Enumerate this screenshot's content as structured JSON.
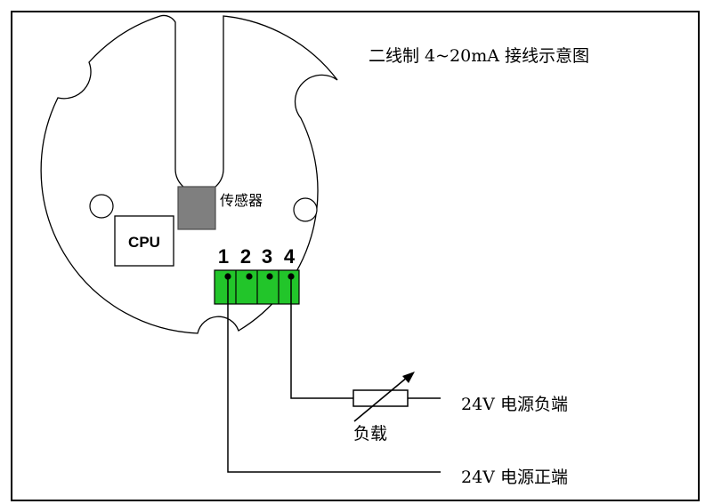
{
  "title": "二线制 4~20mA 接线示意图",
  "labels": {
    "cpu": "CPU",
    "sensor": "传感器",
    "load": "负载",
    "power_negative": "24V 电源负端",
    "power_positive": "24V 电源正端"
  },
  "terminals": [
    "1",
    "2",
    "3",
    "4"
  ],
  "colors": {
    "terminal_block": "#22c52a",
    "sensor_chip": "#7f7f7f",
    "line": "#000000"
  },
  "icons": {
    "load": "variable-resistor-icon"
  }
}
